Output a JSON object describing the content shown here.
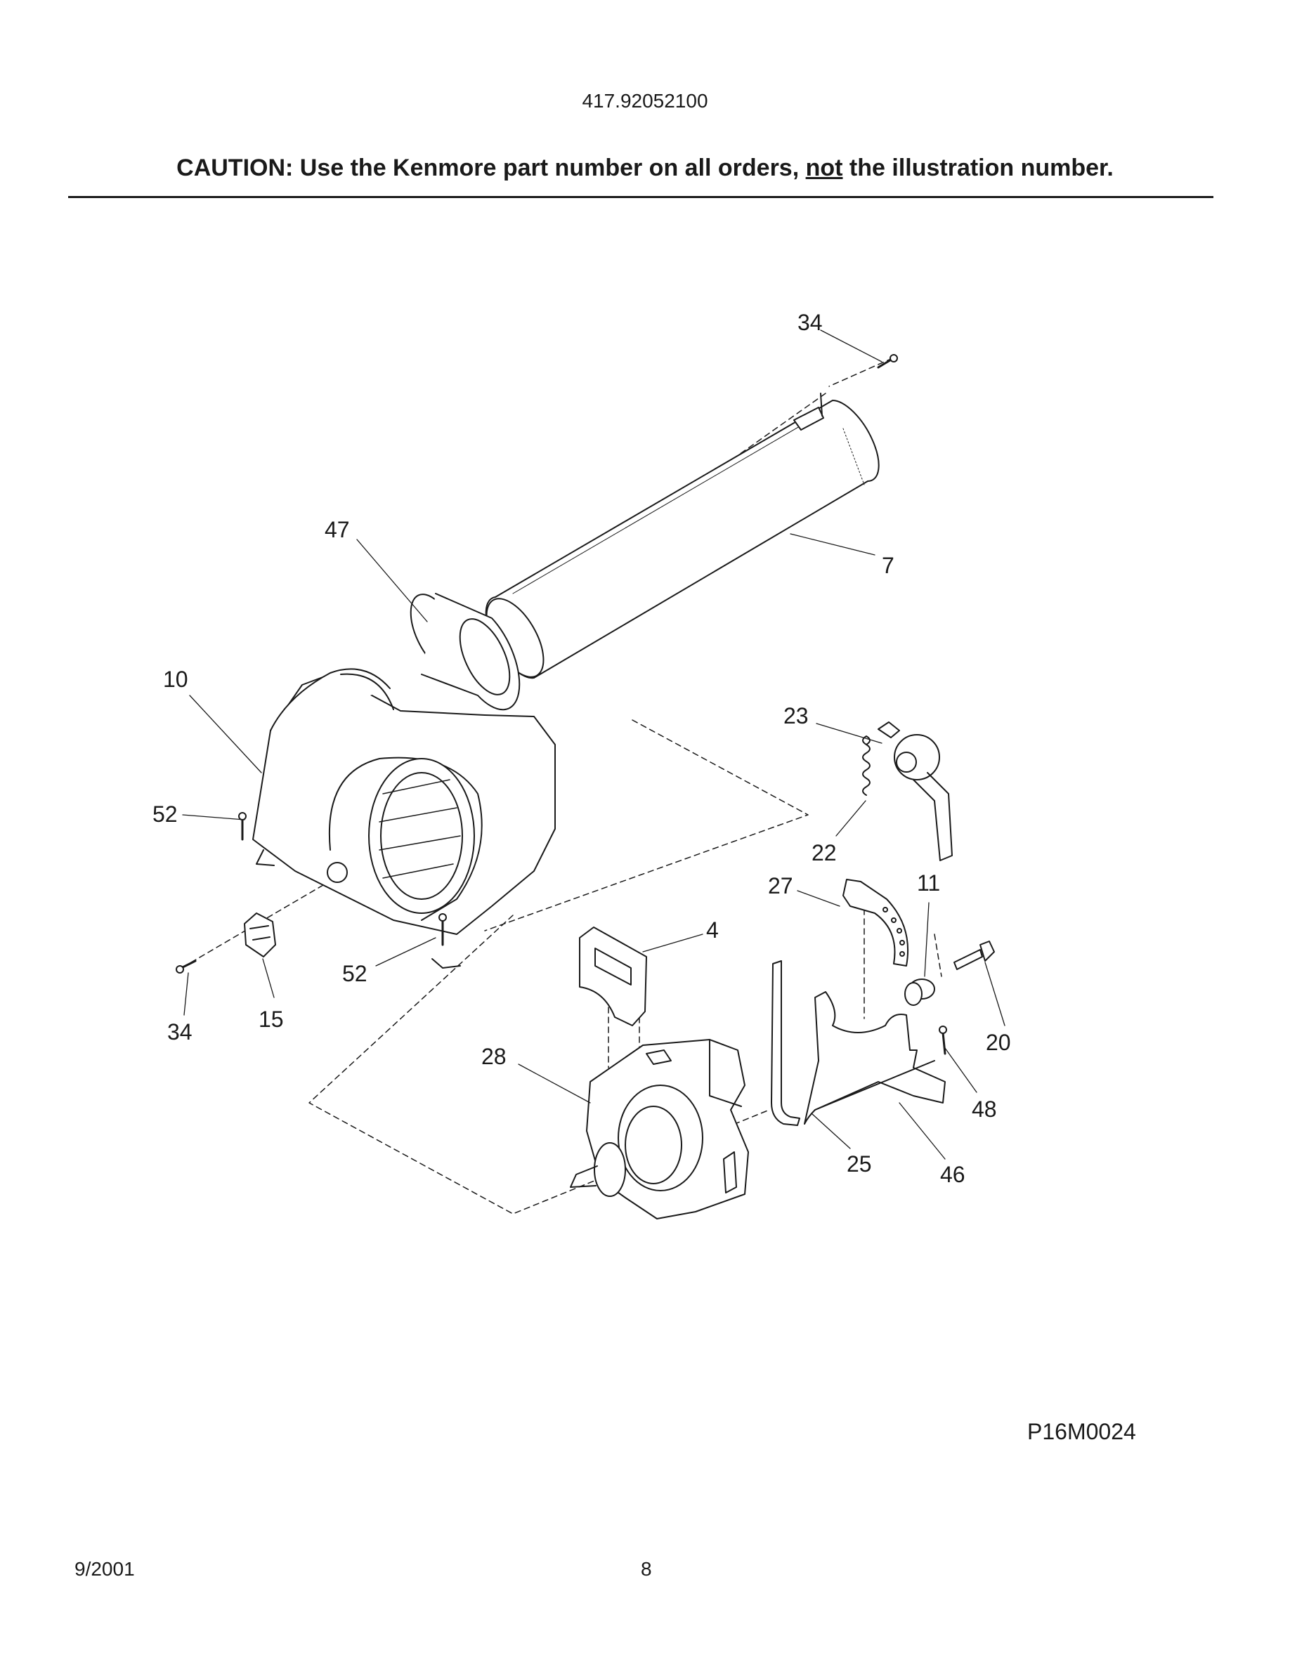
{
  "header": {
    "model_number": "417.92052100",
    "caution_prefix": "CAUTION: Use the Kenmore part number on all orders, ",
    "caution_emphasis": "not",
    "caution_suffix": " the illustration number."
  },
  "diagram": {
    "code": "P16M0024",
    "callouts": {
      "c34_top": "34",
      "c7": "7",
      "c47": "47",
      "c10": "10",
      "c23": "23",
      "c52_upper": "52",
      "c22": "22",
      "c27": "27",
      "c11": "11",
      "c4": "4",
      "c52_lower": "52",
      "c34_left": "34",
      "c15": "15",
      "c20": "20",
      "c28": "28",
      "c48": "48",
      "c25": "25",
      "c46": "46"
    }
  },
  "footer": {
    "date": "9/2001",
    "page": "8"
  }
}
